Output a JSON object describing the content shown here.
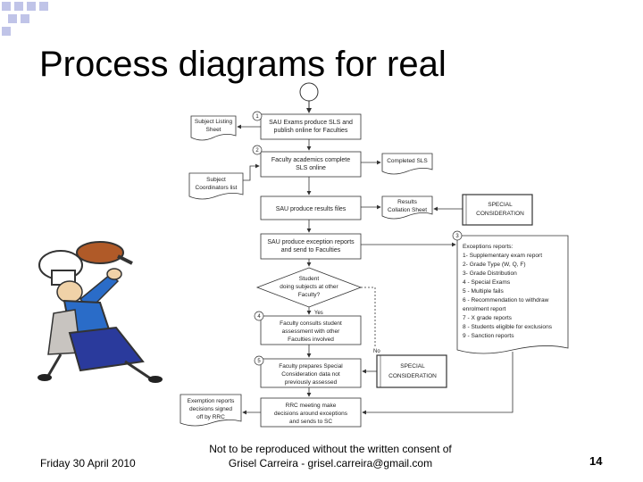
{
  "slide": {
    "title": "Process diagrams for real",
    "date": "Friday 30 April 2010",
    "copyright_line1": "Not to be reproduced without the written consent of",
    "copyright_line2": "Grisel Carreira - grisel.carreira@gmail.com",
    "page_number": "14"
  },
  "diagram": {
    "doc_subject_listing": [
      "Subject Listing",
      "Sheet"
    ],
    "doc_subject_coordinators": [
      "Subject",
      "Coordinators list"
    ],
    "doc_completed_sls": "Completed SLS",
    "doc_results_collation": [
      "Results",
      "Collation Sheet"
    ],
    "doc_exemption_reports": [
      "Exemption reports",
      "decisions signed",
      "off by RRC"
    ],
    "special_consideration_1": [
      "SPECIAL",
      "CONSIDERATION"
    ],
    "special_consideration_2": [
      "SPECIAL",
      "CONSIDERATION"
    ],
    "step1_num": "1",
    "step1": [
      "SAU Exams produce SLS and",
      "publish online for Faculties"
    ],
    "step2_num": "2",
    "step2": [
      "Faculty academics complete",
      "SLS online"
    ],
    "step_sau_results": "SAU produce results files",
    "step_exception_reports": [
      "SAU produce exception reports",
      "and send to Faculties"
    ],
    "decision": [
      "Student",
      "doing subjects at other",
      "Faculty?"
    ],
    "yes_label": "Yes",
    "no_label": "No",
    "step4_num": "4",
    "step4": [
      "Faculty  consults  student",
      "assessment with other",
      "Faculties involved"
    ],
    "step5_num": "5",
    "step5": [
      "Faculty  prepares Special",
      "Consideration data not",
      "previously assessed"
    ],
    "step_rrc": [
      "RRC meeting make",
      "decisions around exceptions",
      "and sends to SC"
    ],
    "step3_num": "3",
    "exceptions_lines": [
      "Exceptions reports:",
      "1- Supplementary exam report",
      "2- Grade Type (W, Q, F)",
      "3- Grade Distribution",
      "4 - Special Exams",
      "5 - Multiple fails",
      "6 - Recommendation to withdraw",
      "enrolment report",
      "7 - X grade reports",
      "8 - Students eligible for exclusions",
      "9 - Sanction reports"
    ]
  },
  "colors": {
    "deco_square": "#c0c4e8",
    "chef_skin": "#f0d2a8",
    "chef_shirt": "#2a6cc8",
    "chef_skirt": "#2a3a9c",
    "chef_pan": "#b05a28",
    "chef_apron": "#c8c4c0"
  }
}
